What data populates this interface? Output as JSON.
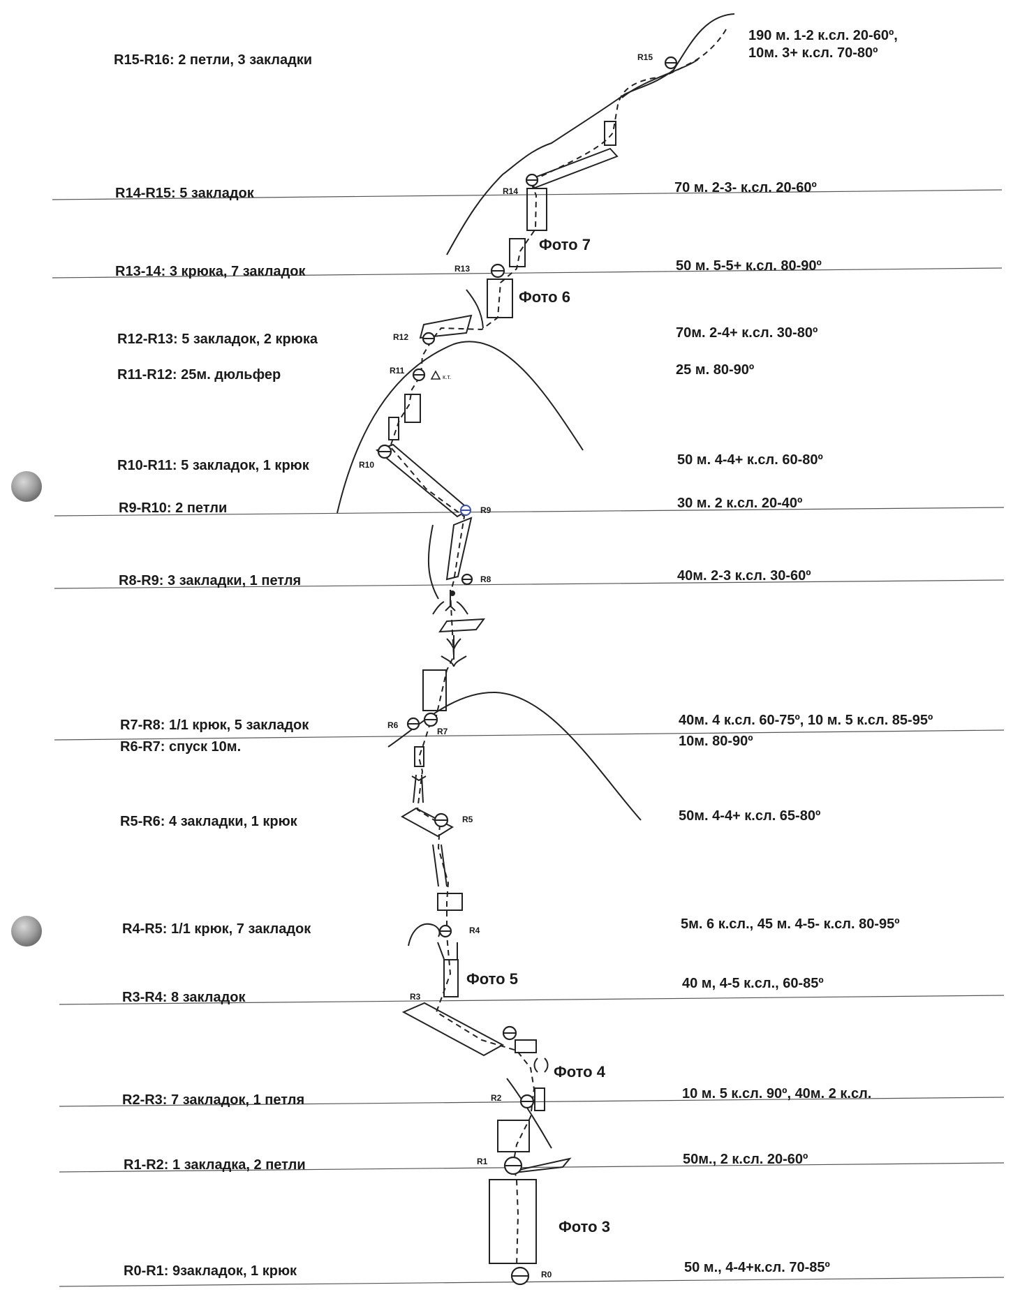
{
  "pitches": [
    {
      "label": "R15-R16: 2 петли, 3 закладки",
      "desc": "190 м. 1-2 к.сл. 20-60º,",
      "desc2": "10м. 3+ к.сл. 70-80º"
    },
    {
      "label": "R14-R15: 5 закладок",
      "desc": "70 м. 2-3- к.сл. 20-60º"
    },
    {
      "label": "R13-14: 3 крюка, 7 закладок",
      "desc": "50 м. 5-5+ к.сл. 80-90º"
    },
    {
      "label": "R12-R13: 5 закладок, 2 крюка",
      "desc": "70м. 2-4+ к.сл. 30-80º"
    },
    {
      "label": "R11-R12: 25м. дюльфер",
      "desc": "25 м. 80-90º"
    },
    {
      "label": "R10-R11: 5 закладок, 1 крюк",
      "desc": "50 м. 4-4+ к.сл. 60-80º"
    },
    {
      "label": "R9-R10: 2 петли",
      "desc": "30 м. 2 к.сл. 20-40º"
    },
    {
      "label": "R8-R9: 3 закладки, 1 петля",
      "desc": "40м. 2-3 к.сл. 30-60º"
    },
    {
      "label": "R7-R8: 1/1 крюк, 5 закладок",
      "desc": "40м. 4 к.сл. 60-75º, 10 м. 5 к.сл. 85-95º"
    },
    {
      "label": "R6-R7: спуск 10м.",
      "desc": "10м. 80-90º"
    },
    {
      "label": "R5-R6: 4 закладки, 1 крюк",
      "desc": "50м. 4-4+ к.сл. 65-80º"
    },
    {
      "label": "R4-R5: 1/1 крюк, 7 закладок",
      "desc": "5м. 6 к.сл., 45 м. 4-5- к.сл. 80-95º"
    },
    {
      "label": "R3-R4: 8 закладок",
      "desc": "40 м, 4-5 к.сл., 60-85º"
    },
    {
      "label": "R2-R3: 7 закладок, 1 петля",
      "desc": "10 м. 5 к.сл. 90º, 40м. 2 к.сл."
    },
    {
      "label": "R1-R2: 1 закладка, 2 петли",
      "desc": "50м., 2 к.сл. 20-60º"
    },
    {
      "label": "R0-R1: 9закладок, 1 крюк",
      "desc": "50 м., 4-4+к.сл. 70-85º"
    }
  ],
  "stations": [
    "R15",
    "R14",
    "R13",
    "R12",
    "R11",
    "R10",
    "R9",
    "R8",
    "R7",
    "R6",
    "R5",
    "R4",
    "R3",
    "R2",
    "R1",
    "R0"
  ],
  "photos": [
    "Фото 7",
    "Фото 6",
    "Фото 5",
    "Фото 4",
    "Фото 3"
  ],
  "kt_mark": "к.т."
}
